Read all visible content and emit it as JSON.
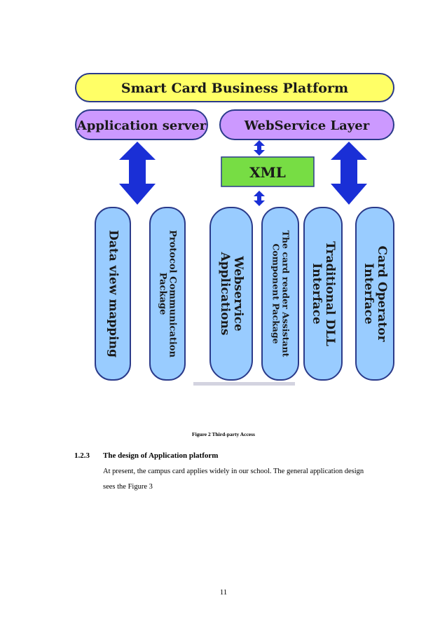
{
  "diagram": {
    "top_bar": "Smart Card Business Platform",
    "left_header": "Application server",
    "right_header": "WebService Layer",
    "xml_box": "XML",
    "pillars": [
      {
        "lines": [
          "Data view mapping"
        ]
      },
      {
        "lines": [
          "Protocol Communication",
          "Package"
        ]
      },
      {
        "lines": [
          "Webservice",
          "Applications"
        ]
      },
      {
        "lines": [
          "The card reader Assistant",
          "Component Package"
        ]
      },
      {
        "lines": [
          "Traditional DLL",
          "Interface"
        ]
      },
      {
        "lines": [
          "Card Operator",
          "Interface"
        ]
      }
    ],
    "colors": {
      "top_bar_fill": "#ffff66",
      "header_fill": "#cc99ff",
      "xml_fill": "#77dd44",
      "pillar_fill": "#99ccff",
      "arrow_fill": "#1a2fd6",
      "outline": "#2a3a8a"
    }
  },
  "figure_caption": "Figure 2 Third-party Access",
  "section": {
    "number": "1.2.3",
    "title": "The design of Application platform",
    "line1": "At present, the campus card applies widely in our school. The general application design",
    "line2": "sees the  Figure 3"
  },
  "page_number": "11"
}
